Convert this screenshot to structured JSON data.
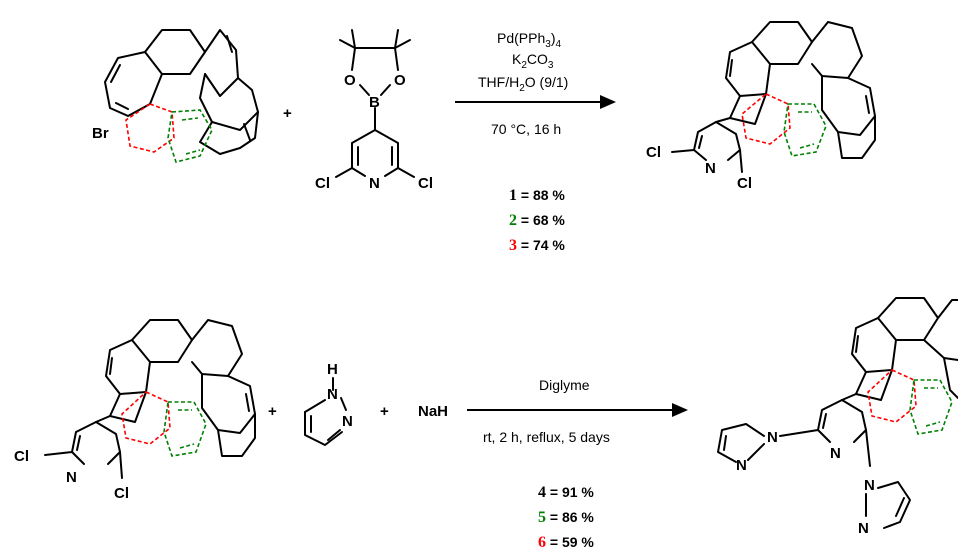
{
  "colors": {
    "black": "#000000",
    "green": "#008000",
    "red": "#ff0000"
  },
  "reaction1": {
    "plus": "+",
    "reactant1_atoms": {
      "br": "Br"
    },
    "reactant2_atoms": {
      "o1": "O",
      "o2": "O",
      "b": "B",
      "n": "N",
      "cl1": "Cl",
      "cl2": "Cl"
    },
    "conditions": {
      "catalyst": {
        "pre": "Pd(PPh",
        "sub": "3",
        "post": ")",
        "sub2": "4"
      },
      "base": {
        "pre": "K",
        "sub": "2",
        "post": "CO",
        "sub2": "3"
      },
      "solvent": {
        "pre": "THF/H",
        "sub": "2",
        "post": "O (9/1)"
      },
      "temp_time": "70 °C, 16 h"
    },
    "product_atoms": {
      "cl1": "Cl",
      "n": "N",
      "cl2": "Cl"
    },
    "yields": [
      {
        "num": "1",
        "text": " = 88 %",
        "color": "#000000"
      },
      {
        "num": "2",
        "text": " = 68 %",
        "color": "#008000"
      },
      {
        "num": "3",
        "text": " = 74 %",
        "color": "#ff0000"
      }
    ]
  },
  "reaction2": {
    "plus1": "+",
    "plus2": "+",
    "reactant_atoms": {
      "cl1": "Cl",
      "n": "N",
      "cl2": "Cl"
    },
    "pyrazole_atoms": {
      "h": "H",
      "n1": "N",
      "n2": "N"
    },
    "base": "NaH",
    "conditions": {
      "solvent": "Diglyme",
      "time": "rt, 2 h, reflux, 5 days"
    },
    "product_atoms": {
      "n_left1": "N",
      "n_left2": "N",
      "n_py": "N",
      "n_bot1": "N",
      "n_bot2": "N"
    },
    "yields": [
      {
        "num": "4",
        "text": " = 91 %",
        "color": "#000000"
      },
      {
        "num": "5",
        "text": " = 86 %",
        "color": "#008000"
      },
      {
        "num": "6",
        "text": " = 59 %",
        "color": "#ff0000"
      }
    ]
  }
}
